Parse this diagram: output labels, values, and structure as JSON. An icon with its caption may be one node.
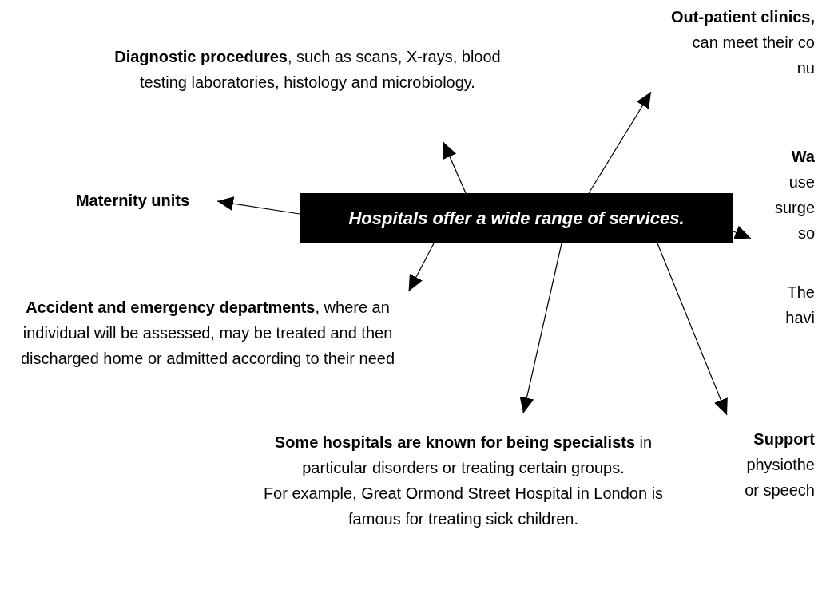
{
  "diagram": {
    "nodes": [
      {
        "text": [
          "**Out-patient clinics,**",
          "can meet their co",
          "nu"
        ]
      },
      {
        "text": [
          "**Diagnostic procedures**, such as scans, X-rays, blood testing laboratories, histology and microbiology."
        ]
      },
      {
        "text": [
          "**Wa**",
          "use",
          "surge",
          "so",
          "The",
          "havi"
        ]
      },
      {
        "text": [
          "Maternity units"
        ]
      },
      {
        "text": [
          "Hospitals offer a wide range of services."
        ]
      },
      {
        "text": [
          "**Accident and emergency departments**, where an individual will be assessed, may be treated and then discharged home or admitted according to their need"
        ]
      },
      {
        "text": [
          "**Some hospitals are known for being specialists** in particular disorders or treating certain groups.",
          "For example, Great Ormond Street Hospital in London is famous for treating sick children."
        ]
      },
      {
        "text": [
          "**Support**",
          "physiothe",
          "or speech"
        ]
      }
    ],
    "edges": [
      {
        "from": 4,
        "to": 1,
        "arrow": "to"
      },
      {
        "from": 4,
        "to": 0,
        "arrow": "to"
      },
      {
        "from": 4,
        "to": 2,
        "arrow": "to"
      },
      {
        "from": 4,
        "to": 7,
        "arrow": "to"
      },
      {
        "from": 4,
        "to": 6,
        "arrow": "to"
      },
      {
        "from": 4,
        "to": 5,
        "arrow": "to"
      },
      {
        "from": 4,
        "to": 3,
        "arrow": "to"
      }
    ]
  }
}
